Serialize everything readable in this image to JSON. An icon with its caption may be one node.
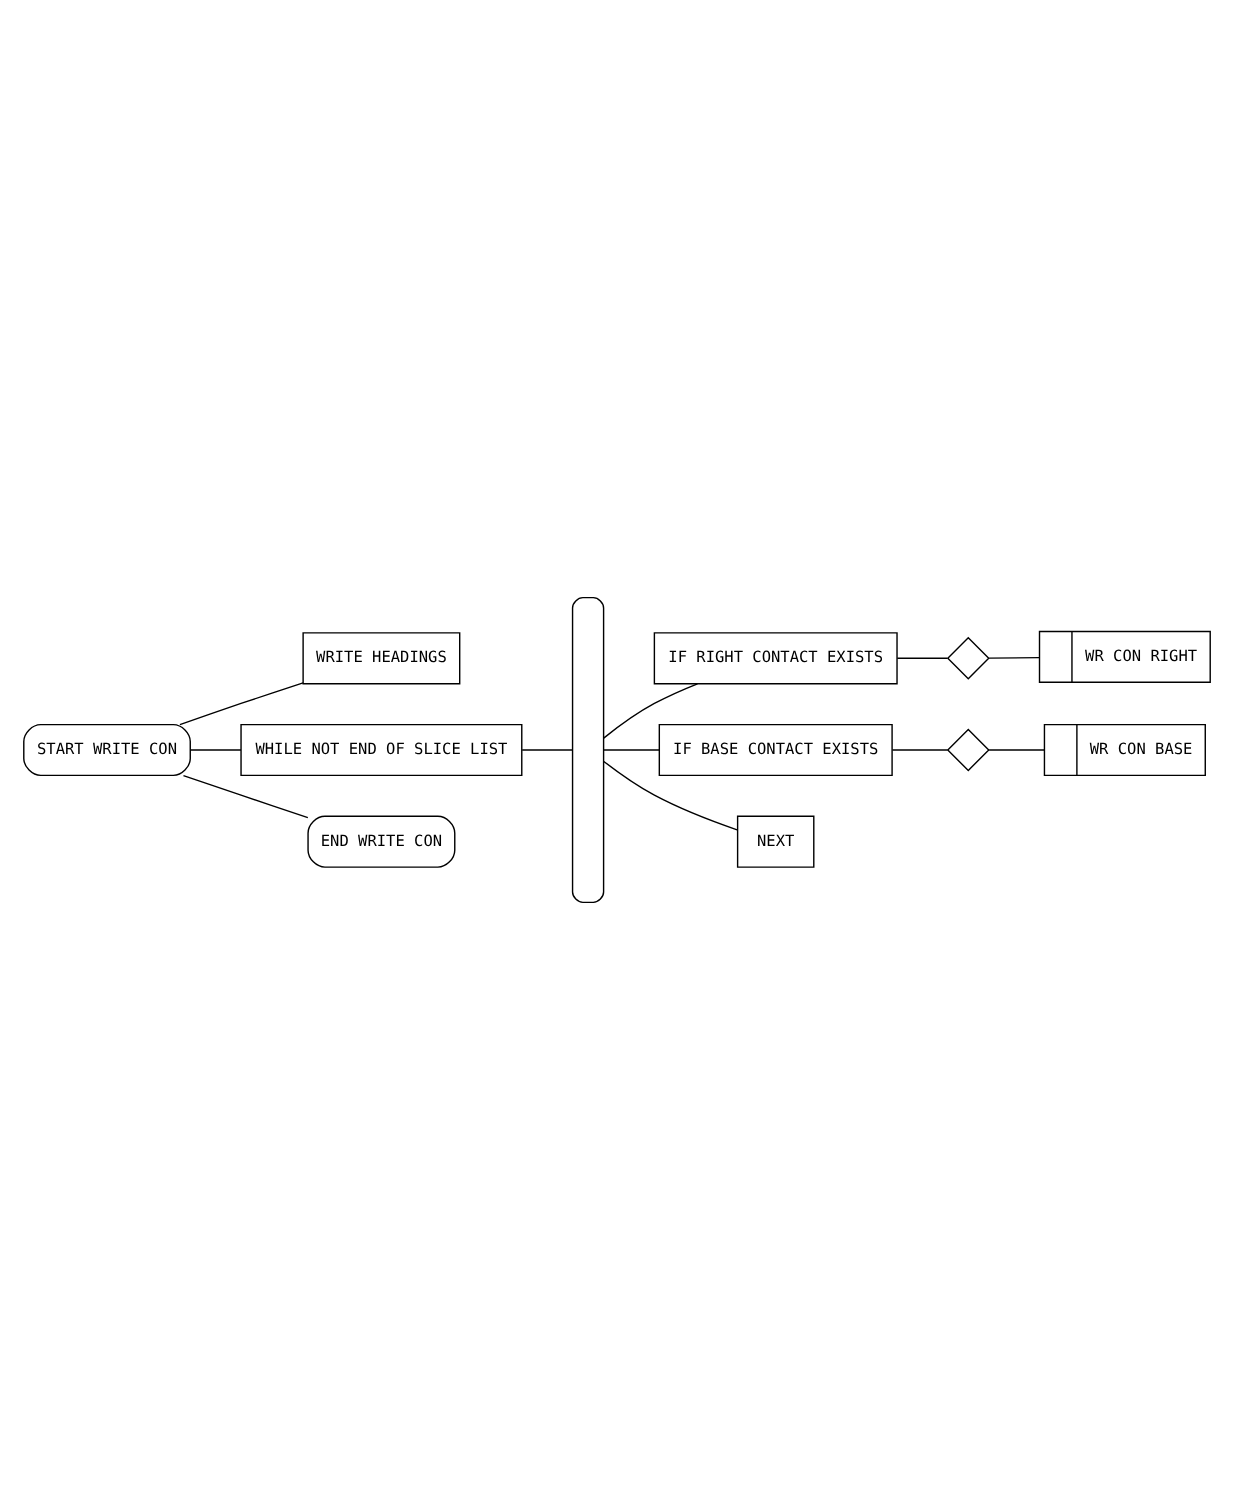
{
  "diagram": {
    "nodes": [
      {
        "text": [
          "START WRITE CON"
        ]
      },
      {
        "text": [
          "WRITE HEADINGS"
        ]
      },
      {
        "text": [
          "WHILE NOT END OF SLICE LIST"
        ]
      },
      {
        "text": [],
        "shape": "bar"
      },
      {
        "text": [
          "IF RIGHT CONTACT EXISTS"
        ]
      },
      {
        "text": [],
        "shape": "diamond"
      },
      {
        "text": [
          "WR CON RIGHT"
        ]
      },
      {
        "text": [
          "IF BASE CONTACT EXISTS"
        ]
      },
      {
        "text": [],
        "shape": "diamond"
      },
      {
        "text": [
          "WR CON BASE"
        ]
      },
      {
        "text": [
          "NEXT"
        ]
      },
      {
        "text": [
          "END WRITE CON"
        ]
      }
    ],
    "edges": [
      {
        "from": 0,
        "to": 1,
        "arrow": "none"
      },
      {
        "from": 0,
        "to": 2,
        "arrow": "none"
      },
      {
        "from": 0,
        "to": 11,
        "arrow": "none"
      },
      {
        "from": 2,
        "to": 3,
        "arrow": "none"
      },
      {
        "from": 3,
        "to": 4,
        "arrow": "none"
      },
      {
        "from": 4,
        "to": 5,
        "arrow": "none"
      },
      {
        "from": 5,
        "to": 6,
        "arrow": "none"
      },
      {
        "from": 3,
        "to": 7,
        "arrow": "none"
      },
      {
        "from": 7,
        "to": 8,
        "arrow": "none"
      },
      {
        "from": 8,
        "to": 9,
        "arrow": "none"
      },
      {
        "from": 3,
        "to": 10,
        "arrow": "none"
      }
    ]
  }
}
